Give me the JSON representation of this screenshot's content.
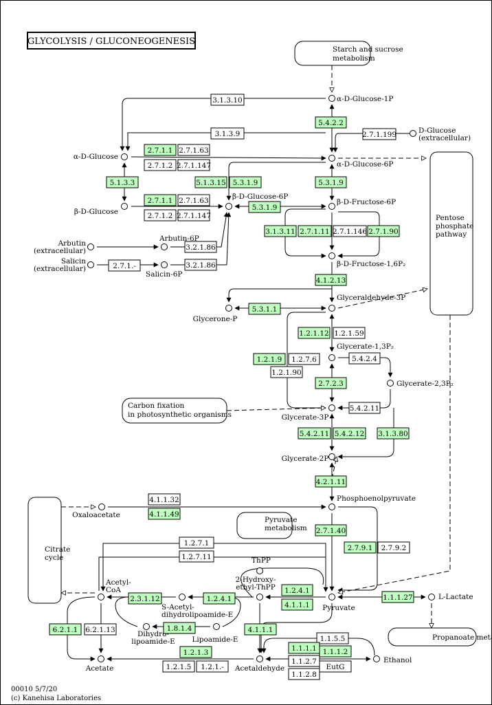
{
  "title": "GLYCOLYSIS / GLUCONEOGENESIS",
  "footer": {
    "line1": "00010 5/7/20",
    "line2": "(c) Kanehisa Laboratories"
  },
  "colors": {
    "highlighted_enzyme": "#bfffbf",
    "plain_enzyme": "#ffffff",
    "line": "#000000"
  },
  "maps": [
    {
      "id": "starch",
      "lines": [
        "Starch and sucrose",
        "metabolism"
      ]
    },
    {
      "id": "pentose",
      "lines": [
        "Pentose",
        "phosphate",
        "pathway"
      ]
    },
    {
      "id": "carbon",
      "lines": [
        "Carbon fixation",
        "in photosynthetic organisms"
      ]
    },
    {
      "id": "pyruvate_map",
      "lines": [
        "Pyruvate",
        "metabolism"
      ]
    },
    {
      "id": "citrate",
      "lines": [
        "Citrate",
        "cycle"
      ]
    },
    {
      "id": "propanoate",
      "lines": [
        "Propanoate metabolism"
      ]
    }
  ],
  "compounds": [
    {
      "id": "g1p",
      "lines": [
        "α-D-Glucose-1P"
      ]
    },
    {
      "id": "dglc",
      "lines": [
        "D-Glucose",
        "(extracellular)"
      ]
    },
    {
      "id": "aglc",
      "lines": [
        "α-D-Glucose"
      ]
    },
    {
      "id": "ag6p",
      "lines": [
        "α-D-Glucose-6P"
      ]
    },
    {
      "id": "bglc",
      "lines": [
        "β-D-Glucose"
      ]
    },
    {
      "id": "bg6p",
      "lines": [
        "β-D-Glucose-6P"
      ]
    },
    {
      "id": "f6p",
      "lines": [
        "β-D-Fructose-6P"
      ]
    },
    {
      "id": "arbutin",
      "lines": [
        "Arbutin",
        "(extracellular)"
      ]
    },
    {
      "id": "arbutin6p",
      "lines": [
        "Arbutin-6P"
      ]
    },
    {
      "id": "salicin",
      "lines": [
        "Salicin",
        "(extracellular)"
      ]
    },
    {
      "id": "salicin6p",
      "lines": [
        "Salicin-6P"
      ]
    },
    {
      "id": "fbp",
      "lines": [
        "β-D-Fructose-1,6P₂"
      ]
    },
    {
      "id": "g3p",
      "lines": [
        "Glyceraldehyde-3P"
      ]
    },
    {
      "id": "dhap",
      "lines": [
        "Glycerone-P"
      ]
    },
    {
      "id": "bpg13",
      "lines": [
        "Glycerate-1,3P₂"
      ]
    },
    {
      "id": "bpg23",
      "lines": [
        "Glycerate-2,3P₂"
      ]
    },
    {
      "id": "pg3",
      "lines": [
        "Glycerate-3P"
      ]
    },
    {
      "id": "pg2",
      "lines": [
        "Glycerate-2P"
      ]
    },
    {
      "id": "pep",
      "lines": [
        "Phosphoenolpyruvate"
      ]
    },
    {
      "id": "oaa",
      "lines": [
        "Oxaloacetate"
      ]
    },
    {
      "id": "pyr",
      "lines": [
        "Pyruvate"
      ]
    },
    {
      "id": "lac",
      "lines": [
        "L-Lactate"
      ]
    },
    {
      "id": "accoa",
      "lines": [
        "Acetyl-",
        "CoA"
      ]
    },
    {
      "id": "tpp",
      "lines": [
        "ThPP"
      ]
    },
    {
      "id": "hetpp",
      "lines": [
        "2-Hydroxy-",
        "ethyl-ThPP"
      ]
    },
    {
      "id": "sadl",
      "lines": [
        "S-Acetyl-",
        "dihydrolipoamide-E"
      ]
    },
    {
      "id": "dhl",
      "lines": [
        "Dihydro-",
        "lipoamide-E"
      ]
    },
    {
      "id": "lipo",
      "lines": [
        "Lipoamide-E"
      ]
    },
    {
      "id": "acetate",
      "lines": [
        "Acetate"
      ]
    },
    {
      "id": "acald",
      "lines": [
        "Acetaldehyde"
      ]
    },
    {
      "id": "ethanol",
      "lines": [
        "Ethanol"
      ]
    }
  ],
  "enzymes": [
    {
      "id": "e1",
      "label": "3.1.3.10",
      "hl": false
    },
    {
      "id": "e2",
      "label": "5.4.2.2",
      "hl": true
    },
    {
      "id": "e3",
      "label": "3.1.3.9",
      "hl": false
    },
    {
      "id": "e4",
      "label": "2.7.1.199",
      "hl": false
    },
    {
      "id": "e5",
      "label": "2.7.1.1",
      "hl": true
    },
    {
      "id": "e6",
      "label": "2.7.1.63",
      "hl": false
    },
    {
      "id": "e7",
      "label": "2.7.1.2",
      "hl": false
    },
    {
      "id": "e8",
      "label": "2.7.1.147",
      "hl": false
    },
    {
      "id": "e9",
      "label": "5.1.3.3",
      "hl": true
    },
    {
      "id": "e10",
      "label": "5.1.3.15",
      "hl": true
    },
    {
      "id": "e11",
      "label": "5.3.1.9",
      "hl": true
    },
    {
      "id": "e12",
      "label": "5.3.1.9",
      "hl": true
    },
    {
      "id": "e13",
      "label": "2.7.1.1",
      "hl": true
    },
    {
      "id": "e14",
      "label": "2.7.1.63",
      "hl": false
    },
    {
      "id": "e15",
      "label": "2.7.1.2",
      "hl": false
    },
    {
      "id": "e16",
      "label": "2.7.1.147",
      "hl": false
    },
    {
      "id": "e17",
      "label": "5.3.1.9",
      "hl": true
    },
    {
      "id": "e18",
      "label": "3.1.3.11",
      "hl": true
    },
    {
      "id": "e19",
      "label": "2.7.1.11",
      "hl": true
    },
    {
      "id": "e20",
      "label": "2.7.1.146",
      "hl": false
    },
    {
      "id": "e21",
      "label": "2.7.1.90",
      "hl": true
    },
    {
      "id": "e22",
      "label": "2.7.1.-",
      "hl": false
    },
    {
      "id": "e23",
      "label": "3.2.1.86",
      "hl": false
    },
    {
      "id": "e24",
      "label": "2.7.1.-",
      "hl": false
    },
    {
      "id": "e25",
      "label": "3.2.1.86",
      "hl": false
    },
    {
      "id": "e26",
      "label": "4.1.2.13",
      "hl": true
    },
    {
      "id": "e27",
      "label": "5.3.1.1",
      "hl": true
    },
    {
      "id": "e28",
      "label": "1.2.1.12",
      "hl": true
    },
    {
      "id": "e29",
      "label": "1.2.1.59",
      "hl": false
    },
    {
      "id": "e30",
      "label": "1.2.1.9",
      "hl": true
    },
    {
      "id": "e31",
      "label": "1.2.7.6",
      "hl": false
    },
    {
      "id": "e32",
      "label": "5.4.2.4",
      "hl": false
    },
    {
      "id": "e33",
      "label": "1.2.1.90",
      "hl": false
    },
    {
      "id": "e34",
      "label": "2.7.2.3",
      "hl": true
    },
    {
      "id": "e35",
      "label": "5.4.2.11",
      "hl": false
    },
    {
      "id": "e36",
      "label": "5.4.2.11",
      "hl": true
    },
    {
      "id": "e37",
      "label": "5.4.2.12",
      "hl": true
    },
    {
      "id": "e38",
      "label": "3.1.3.80",
      "hl": true
    },
    {
      "id": "e39",
      "label": "4.2.1.11",
      "hl": true
    },
    {
      "id": "e40",
      "label": "4.1.1.32",
      "hl": false
    },
    {
      "id": "e41",
      "label": "4.1.1.49",
      "hl": true
    },
    {
      "id": "e42",
      "label": "2.7.1.40",
      "hl": true
    },
    {
      "id": "e43",
      "label": "2.7.9.1",
      "hl": true
    },
    {
      "id": "e44",
      "label": "2.7.9.2",
      "hl": false
    },
    {
      "id": "e45",
      "label": "1.2.7.1",
      "hl": false
    },
    {
      "id": "e46",
      "label": "1.2.7.11",
      "hl": false
    },
    {
      "id": "e47",
      "label": "2.3.1.12",
      "hl": true
    },
    {
      "id": "e48",
      "label": "1.2.4.1",
      "hl": true
    },
    {
      "id": "e49",
      "label": "1.2.4.1",
      "hl": true
    },
    {
      "id": "e50",
      "label": "4.1.1.1",
      "hl": true
    },
    {
      "id": "e51",
      "label": "1.1.1.27",
      "hl": true
    },
    {
      "id": "e52",
      "label": "1.8.1.4",
      "hl": true
    },
    {
      "id": "e53",
      "label": "4.1.1.1",
      "hl": true
    },
    {
      "id": "e54",
      "label": "6.2.1.1",
      "hl": true
    },
    {
      "id": "e55",
      "label": "6.2.1.13",
      "hl": false
    },
    {
      "id": "e56",
      "label": "1.2.1.3",
      "hl": true
    },
    {
      "id": "e57",
      "label": "1.2.1.5",
      "hl": false
    },
    {
      "id": "e58",
      "label": "1.2.1.-",
      "hl": false
    },
    {
      "id": "e59",
      "label": "1.1.5.5",
      "hl": false
    },
    {
      "id": "e60",
      "label": "1.1.1.1",
      "hl": true
    },
    {
      "id": "e61",
      "label": "1.1.1.2",
      "hl": true
    },
    {
      "id": "e62",
      "label": "1.1.2.7",
      "hl": false
    },
    {
      "id": "e63",
      "label": "EutG",
      "hl": false
    },
    {
      "id": "e64",
      "label": "1.1.2.8",
      "hl": false
    }
  ]
}
